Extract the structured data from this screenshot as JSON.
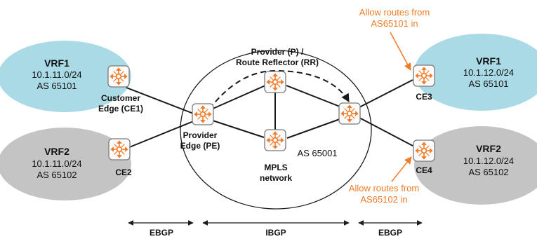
{
  "colors": {
    "vrf1_fill": "#a9dae6",
    "vrf2_fill": "#c4c4c4",
    "annotation": "#f07a26",
    "router_body": "#fbfbfb",
    "router_border": "#7a7a7a",
    "router_icon": "#f07a26",
    "link": "#1a1a1a"
  },
  "sites": {
    "left_vrf1": {
      "vrf": "VRF1",
      "prefix": "10.1.11.0/24",
      "as": "AS 65101"
    },
    "left_vrf2": {
      "vrf": "VRF2",
      "prefix": "10.1.11.0/24",
      "as": "AS 65102"
    },
    "right_vrf1": {
      "vrf": "VRF1",
      "prefix": "10.1.12.0/24",
      "as": "AS 65101"
    },
    "right_vrf2": {
      "vrf": "VRF2",
      "prefix": "10.1.12.0/24",
      "as": "AS 65102"
    }
  },
  "routers": {
    "ce1": {
      "line1": "Customer",
      "line2": "Edge (CE1)"
    },
    "ce2": {
      "label": "CE2"
    },
    "pe": {
      "line1": "Provider",
      "line2": "Edge (PE)"
    },
    "rr": {
      "line1": "Provider (P) /",
      "line2": "Route Reflector (RR)"
    },
    "ce3": {
      "label": "CE3"
    },
    "ce4": {
      "label": "CE4"
    }
  },
  "core": {
    "as_label": "AS 65001",
    "mpls_line1": "MPLS",
    "mpls_line2": "network"
  },
  "annotations": {
    "top": {
      "line1": "Allow routes from",
      "line2": "AS65101 in"
    },
    "bottom": {
      "line1": "Allow routes from",
      "line2": "AS65102 in"
    }
  },
  "bgp_sessions": [
    {
      "label": "EBGP"
    },
    {
      "label": "IBGP"
    },
    {
      "label": "EBGP"
    }
  ],
  "icons": {
    "router": "router-icon",
    "arrow": "arrow-icon"
  }
}
